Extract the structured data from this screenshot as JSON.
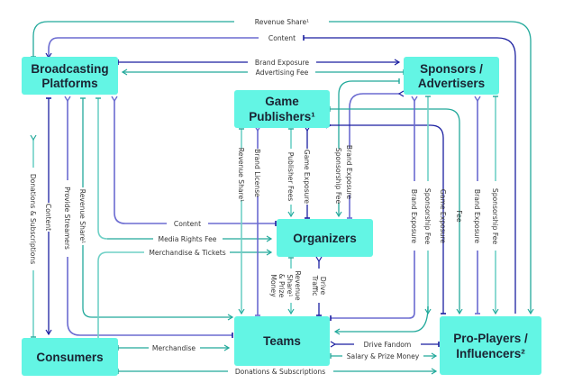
{
  "nodes": {
    "broadcasting": {
      "line1": "Broadcasting",
      "line2": "Platforms"
    },
    "sponsors": {
      "line1": "Sponsors /",
      "line2": "Advertisers"
    },
    "publishers": {
      "line1": "Game",
      "line2": "Publishers¹"
    },
    "organizers": {
      "line1": "Organizers"
    },
    "consumers": {
      "line1": "Consumers"
    },
    "teams": {
      "line1": "Teams"
    },
    "proplayers": {
      "line1": "Pro-Players /",
      "line2": "Influencers²"
    }
  },
  "colors": {
    "node_fill": "#63f5e4",
    "teal": "#22a99b",
    "navy": "#1b1fa0",
    "purple": "#6b6bd1"
  },
  "labels": {
    "revenue_share_top": "Revenue Share¹",
    "content_top": "Content",
    "brand_exposure_top": "Brand Exposure",
    "advertising_fee": "Advertising Fee",
    "donations_subs_left": "Donations & Subscriptions",
    "content_left": "Content",
    "provide_streamers": "Provide Streamers",
    "revenue_share_left": "Revenue Share¹",
    "revenue_share_pub": "Revenue Share¹",
    "brand_license": "Brand License",
    "publisher_fees": "Publisher Fees",
    "game_exposure_pub": "Game Exposure",
    "sponsorship_fee_pub": "Sponsorship Fee",
    "brand_exposure_pub": "Brand Exposure",
    "content_org": "Content",
    "media_rights_fee": "Media Rights Fee",
    "merch_tickets": "Merchandise & Tickets",
    "rev_share_prize_1": "Revenue",
    "rev_share_prize_2": "Share¹",
    "rev_share_prize_3": "& Prize",
    "rev_share_prize_4": "Money",
    "drive_traffic_1": "Drive",
    "drive_traffic_2": "Traffic",
    "brand_exposure_r1": "Brand Exposure",
    "sponsorship_fee_r1": "Sponsorship Fee",
    "game_exposure_r": "Game Exposure",
    "fee_r": "Fee",
    "brand_exposure_r2": "Brand Exposure",
    "sponsorship_fee_r2": "Sponsorship Fee",
    "merchandise": "Merchandise",
    "drive_fandom": "Drive Fandom",
    "salary_prize": "Salary & Prize Money",
    "donations_subs_bottom": "Donations & Subscriptions"
  }
}
